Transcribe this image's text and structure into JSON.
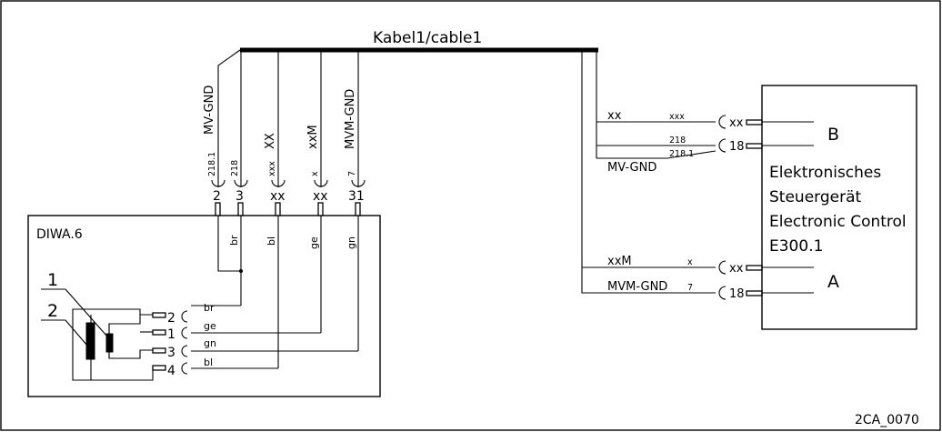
{
  "cable": {
    "label": "Kabel1/cable1"
  },
  "diwa": {
    "title": "DIWA.6",
    "part_1": "1",
    "part_2": "2",
    "plug_numbers": [
      "2",
      "1",
      "3",
      "4"
    ],
    "wires": [
      "br",
      "ge",
      "gn",
      "bl"
    ]
  },
  "connector_pins": [
    "2",
    "3",
    "xx",
    "xx",
    "31"
  ],
  "vertical_wires": {
    "mv_gnd": "MV-GND",
    "xx": "XX",
    "xxm": "xxM",
    "mvm_gnd": "MVM-GND",
    "sub_2181": "218.1",
    "sub_218": "218",
    "sub_xxx": "xxx",
    "sub_x": "x",
    "sub_7": "7"
  },
  "internal_wire_colors": [
    "br",
    "bl",
    "ge",
    "gn"
  ],
  "ecu": {
    "name_lines": [
      "Elektronisches",
      "Steuergerät",
      "Electronic Control",
      "E300.1"
    ],
    "connector_b": "B",
    "connector_a": "A"
  },
  "right_wires": {
    "xx": "xx",
    "xxx": "xxx",
    "n218": "218",
    "n2181": "218.1",
    "mv_gnd": "MV-GND",
    "xxm": "xxM",
    "x": "x",
    "mvm_gnd": "MVM-GND",
    "n7": "7"
  },
  "ecu_pins": [
    "xx",
    "18",
    "xx",
    "18"
  ],
  "figure_id": "2CA_0070"
}
